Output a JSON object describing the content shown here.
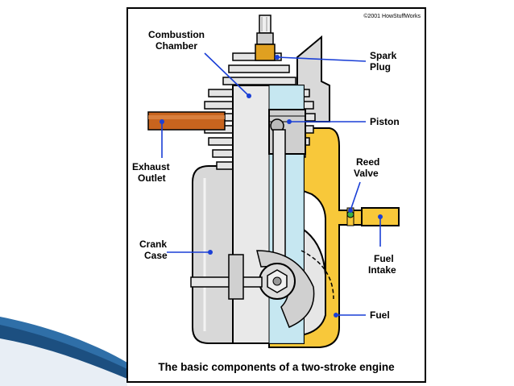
{
  "copyright": "©2001 HowStuffWorks",
  "labels": {
    "combustion_1": "Combustion",
    "combustion_2": "Chamber",
    "spark_1": "Spark",
    "spark_2": "Plug",
    "piston": "Piston",
    "exhaust_1": "Exhaust",
    "exhaust_2": "Outlet",
    "reed_1": "Reed",
    "reed_2": "Valve",
    "crank_1": "Crank",
    "crank_2": "Case",
    "fuel_intake_1": "Fuel",
    "fuel_intake_2": "Intake",
    "fuel": "Fuel"
  },
  "caption": "The basic components of a two-stroke engine",
  "colors": {
    "fuel": "#f8c83a",
    "metal": "#d8d8d8",
    "exhaust_pipe": "#c8641e",
    "leader": "#1a3fd6",
    "water": "#bfe6f2",
    "slide_accent": "#1f4e79"
  }
}
